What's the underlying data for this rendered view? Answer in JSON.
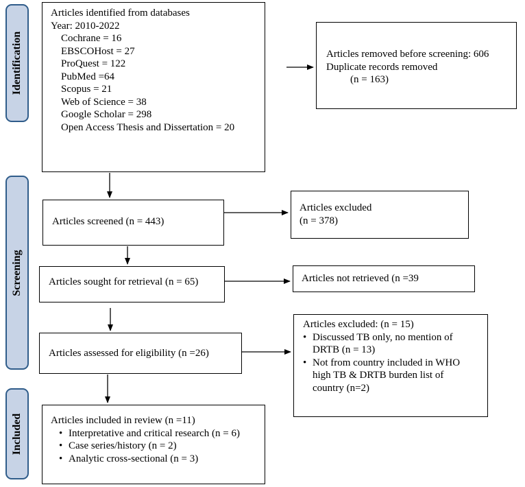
{
  "stages": {
    "identification": "Identification",
    "screening": "Screening",
    "included": "Included"
  },
  "identification_box": {
    "line1": "Articles identified from databases",
    "line2": "Year: 2010-2022",
    "sources": [
      "Cochrane = 16",
      "EBSCOHost = 27",
      "ProQuest = 122",
      "PubMed =64",
      "Scopus = 21",
      "Web of Science = 38",
      "Google Scholar = 298",
      "Open Access Thesis and Dissertation = 20"
    ]
  },
  "removed_box": {
    "line1": "Articles removed before screening: 606",
    "line2": "Duplicate records removed",
    "line3": "(n = 163)"
  },
  "screened_box": {
    "text": "Articles screened (n = 443)"
  },
  "excluded1_box": {
    "line1": "Articles excluded",
    "line2": "(n = 378)"
  },
  "sought_box": {
    "text": "Articles sought for retrieval (n = 65)"
  },
  "not_retrieved_box": {
    "text": "Articles not retrieved (n =39"
  },
  "eligibility_box": {
    "text": "Articles assessed for eligibility (n =26)"
  },
  "excluded2_box": {
    "title": "Articles excluded: (n = 15)",
    "bullets": [
      {
        "line1": "Discussed TB only, no mention of",
        "line2": "DRTB (n = 13)",
        "line3": ""
      },
      {
        "line1": "Not from country included in WHO",
        "line2": "high TB & DRTB burden list of",
        "line3": "country (n=2)"
      }
    ]
  },
  "included_box": {
    "title": "Articles included in review (n =11)",
    "bullets": [
      "Interpretative and critical research (n = 6)",
      "Case series/history (n = 2)",
      "Analytic cross-sectional (n = 3)"
    ]
  }
}
